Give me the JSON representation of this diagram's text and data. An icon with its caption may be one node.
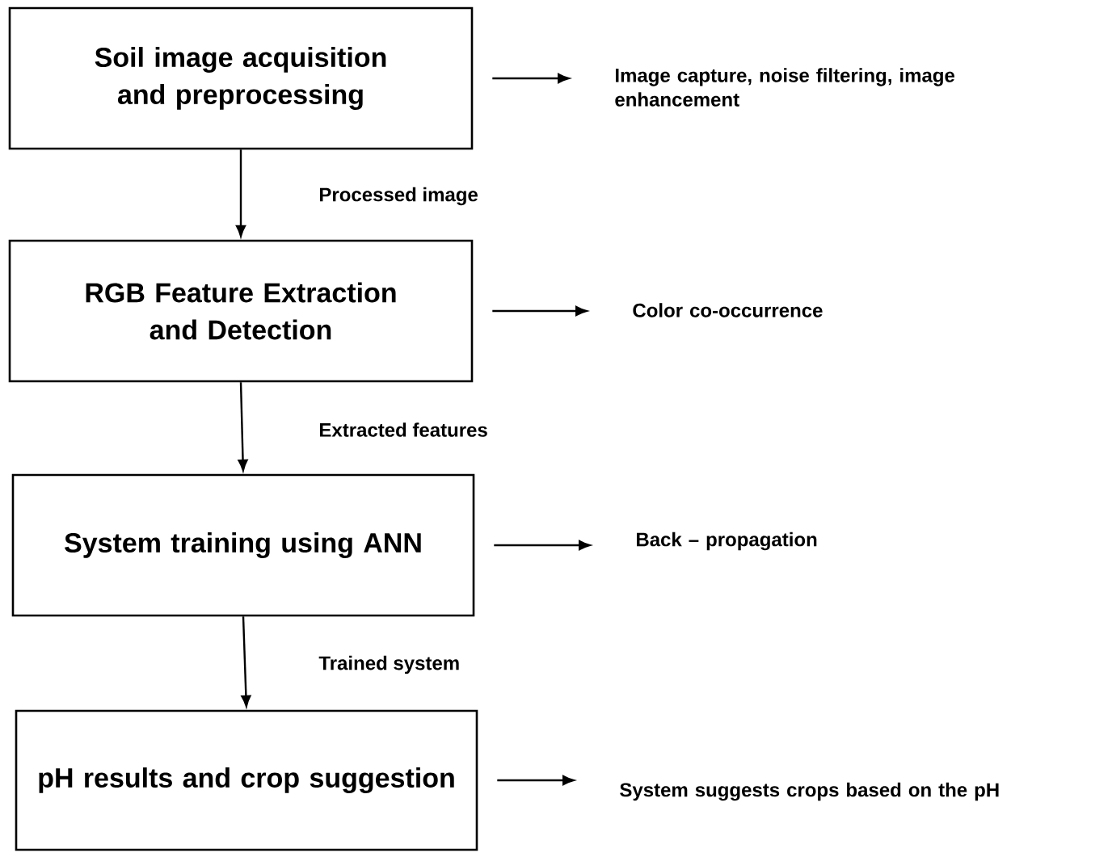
{
  "diagram": {
    "nodes": [
      {
        "text": [
          "Soil image acquisition and preprocessing"
        ]
      },
      {
        "text": [
          "Image capture, noise filtering, image enhancement"
        ]
      },
      {
        "text": [
          "RGB Feature Extraction and Detection"
        ]
      },
      {
        "text": [
          "Color co-occurrence"
        ]
      },
      {
        "text": [
          "System training using ANN"
        ]
      },
      {
        "text": [
          "Back – propagation"
        ]
      },
      {
        "text": [
          "pH results and crop suggestion"
        ]
      },
      {
        "text": [
          "System suggests crops based on the pH"
        ]
      }
    ],
    "edges": [
      {
        "from": 0,
        "to": 1,
        "arrow": "to"
      },
      {
        "from": 0,
        "to": 2,
        "arrow": "to",
        "label": "Processed image"
      },
      {
        "from": 2,
        "to": 3,
        "arrow": "to"
      },
      {
        "from": 2,
        "to": 4,
        "arrow": "to",
        "label": "Extracted features"
      },
      {
        "from": 4,
        "to": 5,
        "arrow": "to"
      },
      {
        "from": 4,
        "to": 6,
        "arrow": "to",
        "label": "Trained system"
      },
      {
        "from": 6,
        "to": 7,
        "arrow": "to"
      }
    ]
  }
}
